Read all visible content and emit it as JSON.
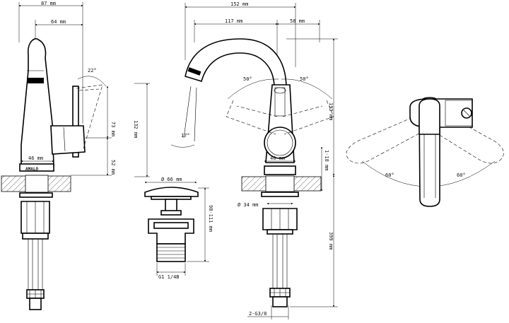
{
  "side_view": {
    "dim_width_total": "87 mm",
    "dim_width_body": "64 mm",
    "dim_angle_lever": "22°",
    "dim_height_upper": "73 mm",
    "dim_height_lower": "52 mm",
    "dim_base_width": "46 mm",
    "brand_logo": "AMALO"
  },
  "drain_view": {
    "dim_height_total": "132 mm",
    "dim_cap_diameter": "Ø 66 mm",
    "dim_thread_range": "98-111 mm",
    "dim_thread": "G1 1/4B"
  },
  "front_view": {
    "dim_width_total": "152 mm",
    "dim_reach": "117 mm",
    "dim_offset": "58 mm",
    "dim_angle_left": "50°",
    "dim_angle_right": "50°",
    "dim_spray_angle": "17°",
    "dim_height_upper": "193 mm",
    "dim_deck_range": "1-18 mm",
    "dim_base_width": "46 mm",
    "dim_hole_diameter": "Ø 34 mm",
    "dim_hose_length": "399 mm",
    "dim_hose_thread": "2-G3/8"
  },
  "top_view": {
    "dim_angle_left": "60°",
    "dim_angle_right": "60°"
  }
}
